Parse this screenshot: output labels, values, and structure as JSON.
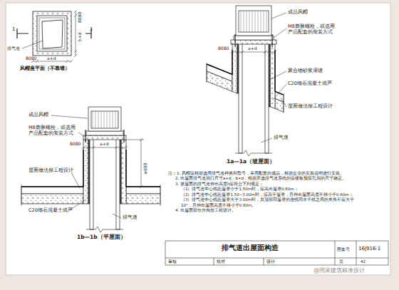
{
  "diagram": {
    "title": "排气道出屋面构造",
    "labels": [
      "风帽座平面（不靠墙）",
      "排气道",
      "1",
      "1",
      "8080",
      "a+d",
      "b+d",
      "8080",
      "成品风帽",
      "M8膨胀螺栓，或选用产品配套的安装方式",
      "8080",
      "a+d",
      "聚合物砂浆灌缝",
      "C20细石混凝土填严",
      "屋面做法按工程设计",
      "排气道",
      "1a—1a（坡屋面）",
      "成品风帽",
      "M8膨胀螺栓，或选用产品配套的安装方式",
      "屋面做法按工程设计",
      "8080",
      "a+d",
      "≥600",
      "C20细石混凝土填严",
      "排气道",
      "1b—1b（平屋面）",
      "注：1. 风帽应根据选用排气道种类和型号，采用配套的成品，根据企业的安装说明进行安装。",
      "2. 出屋面排气道洞口尺寸a+d、b+d，根据所选排气道系统的应楼板预留孔洞的尺寸确定。",
      "3. 坡屋面的排气道伸出高度h应符合下列规定：",
      "（1）排气道中心线距屋脊小于1.50m时，应高出屋脊0.60m；",
      "（2）排气道中心线距屋脊1.50~3.00m时，应高于屋脊，且伸出屋面高度不得小于0.60m；",
      "（3）排气道中心线距屋脊大于3.00m时，其顶部同屋脊的连线同水平线之间的夹角不应大于10°，且伸出屋面高度不得小于0.60m。",
      "4. 出屋面部分外饰按工程设计。",
      "图集号",
      "16J916-1",
      "审核",
      "校对",
      "设计",
      "页",
      "42",
      "@国家建筑标准设计"
    ]
  }
}
